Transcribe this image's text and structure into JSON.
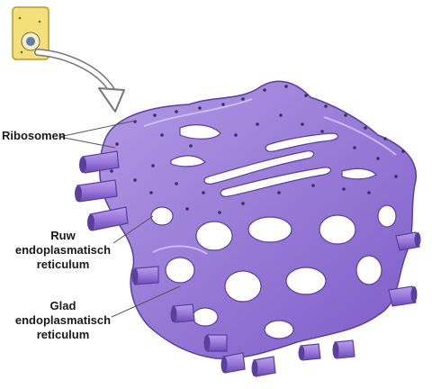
{
  "labels": {
    "ribosomes": "Ribosomen",
    "rough_er": [
      "Ruw",
      "endoplasmatisch",
      "reticulum"
    ],
    "smooth_er": [
      "Glad",
      "endoplasmatisch",
      "reticulum"
    ]
  },
  "colors": {
    "er_fill": "#9a78dc",
    "er_dark": "#6b4bb4",
    "er_light": "#c7b3f0",
    "ribosome": "#3a2f5a",
    "cell_fill": "#f4e07a",
    "cell_stroke": "#b59a2c",
    "nucleus": "#5a7fb0",
    "leader": "#555555"
  }
}
